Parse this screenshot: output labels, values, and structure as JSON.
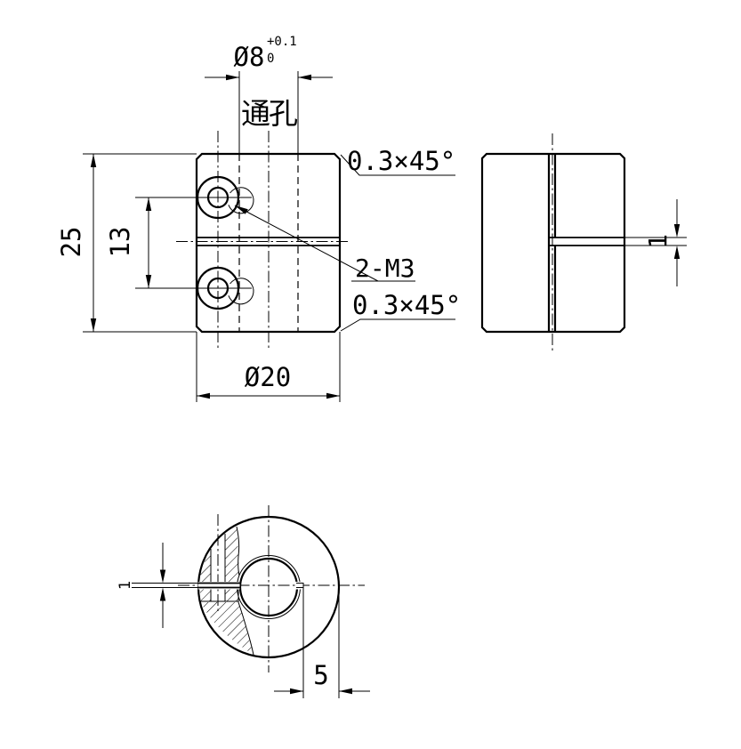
{
  "title": "clamp-collar-drawing",
  "colors": {
    "line": "#000000",
    "background": "#ffffff"
  },
  "front_view": {
    "bore_dim": "Ø8",
    "bore_tol_upper": "+0.1",
    "bore_tol_lower": "0",
    "bore_note": "通孔",
    "chamfer_top": "0.3×45°",
    "chamfer_bottom": "0.3×45°",
    "thread_callout": "2-M3",
    "height_dim": "25",
    "screw_spacing_dim": "13",
    "outer_dia_dim": "Ø20"
  },
  "side_view": {
    "slit_width_dim": "1"
  },
  "bottom_view": {
    "slit_width_dim": "1",
    "slit_end_offset_dim": "5"
  }
}
